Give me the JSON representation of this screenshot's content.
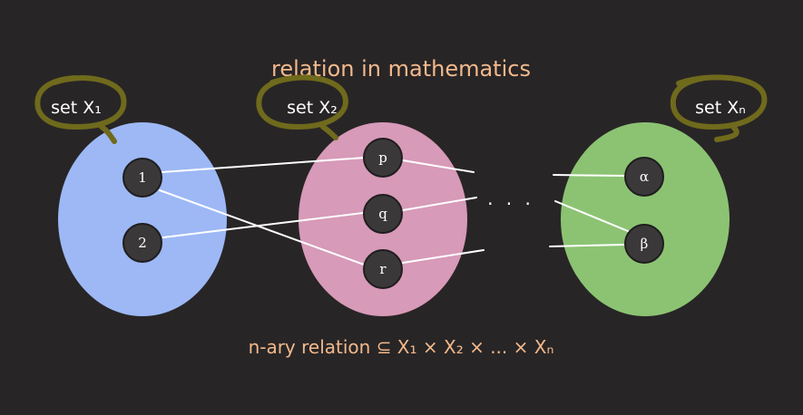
{
  "title": "relation in mathematics",
  "formula": "n-ary relation ⊆ X₁ × X₂ × ... × Xₙ",
  "ellipsis": "· · ·",
  "colors": {
    "background": "#282526",
    "accent_text": "#f2b98c",
    "set_x1": "#9db8f5",
    "set_x2": "#d79ab8",
    "set_xn": "#8cc373",
    "highlight_mark": "#6f6a1c"
  },
  "sets": [
    {
      "id": "x1",
      "label": "set X₁",
      "elements": [
        "1",
        "2"
      ]
    },
    {
      "id": "x2",
      "label": "set X₂",
      "elements": [
        "p",
        "q",
        "r"
      ]
    },
    {
      "id": "xn",
      "label": "set Xₙ",
      "elements": [
        "α",
        "β"
      ]
    }
  ],
  "relations": [
    [
      "1",
      "p"
    ],
    [
      "1",
      "r"
    ],
    [
      "2",
      "q"
    ],
    [
      "p",
      "..."
    ],
    [
      "q",
      "..."
    ],
    [
      "r",
      "..."
    ],
    [
      "...",
      "α"
    ],
    [
      "...",
      "β"
    ]
  ]
}
